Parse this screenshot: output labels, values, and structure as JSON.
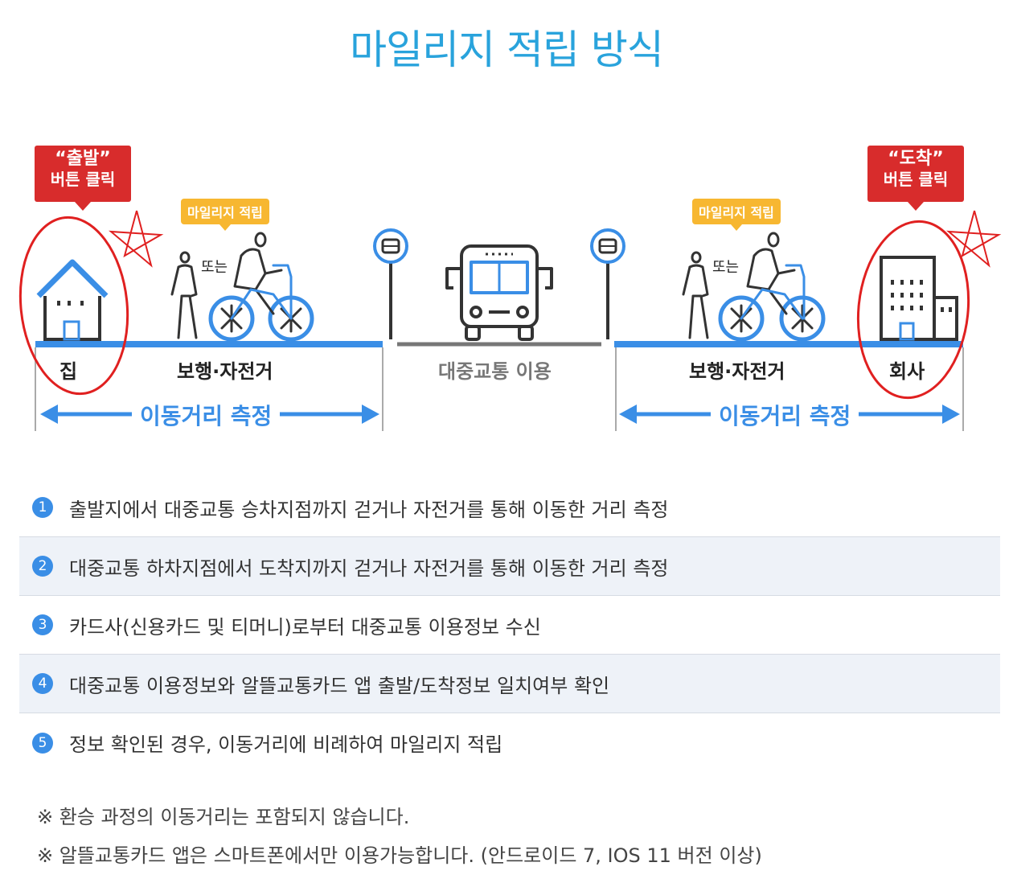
{
  "title": "마일리지 적립 방식",
  "callouts": {
    "start": {
      "quote": "“출발”",
      "caption": "버튼 클릭"
    },
    "arrive": {
      "quote": "“도착”",
      "caption": "버튼 클릭"
    }
  },
  "mileage_tag": "마일리지 적립",
  "or_word": "또는",
  "segments": {
    "home": "집",
    "walk_bike": "보행·자전거",
    "transit": "대중교통 이용",
    "company": "회사"
  },
  "measure_label": "이동거리 측정",
  "colors": {
    "title": "#29a3dc",
    "accent_blue": "#3a8ee6",
    "callout_red": "#d82c2c",
    "tag_orange": "#f7b731",
    "transit_gray": "#777777"
  },
  "steps": [
    {
      "num": "1",
      "text": "출발지에서 대중교통 승차지점까지 걷거나 자전거를 통해 이동한 거리 측정"
    },
    {
      "num": "2",
      "text": "대중교통 하차지점에서 도착지까지 걷거나 자전거를 통해 이동한 거리 측정"
    },
    {
      "num": "3",
      "text": "카드사(신용카드 및 티머니)로부터 대중교통 이용정보 수신"
    },
    {
      "num": "4",
      "text": "대중교통 이용정보와 알뜰교통카드 앱 출발/도착정보 일치여부 확인"
    },
    {
      "num": "5",
      "text": "정보 확인된 경우, 이동거리에 비례하여 마일리지 적립"
    }
  ],
  "notes": [
    "※ 환승 과정의 이동거리는 포함되지 않습니다.",
    "※ 알뜰교통카드 앱은 스마트폰에서만 이용가능합니다. (안드로이드 7, IOS 11 버전 이상)"
  ]
}
